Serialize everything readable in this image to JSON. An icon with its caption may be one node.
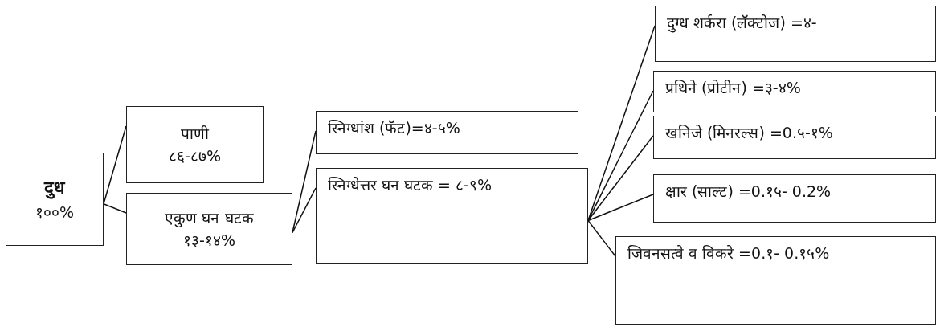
{
  "diagram": {
    "nodes": [
      {
        "text": [
          "दुध",
          "१००%"
        ]
      },
      {
        "text": [
          "पाणी",
          "८६-८७%"
        ]
      },
      {
        "text": [
          "एकुण घन घटक १३-१४%"
        ]
      },
      {
        "text": [
          "स्निग्धांश (फॅट)=४-५%"
        ]
      },
      {
        "text": [
          "स्निग्धेत्तर घन घटक = ८-९%"
        ]
      },
      {
        "text": [
          "दुग्ध शर्करा (लॅक्टोज) =४-"
        ]
      },
      {
        "text": [
          "प्रथिने (प्रोटीन) =३-४%"
        ]
      },
      {
        "text": [
          "खनिजे (मिनरल्स) =0.५-१%"
        ]
      },
      {
        "text": [
          "क्षार (साल्ट) =0.१५- 0.2%"
        ]
      },
      {
        "text": [
          "जिवनसत्वे व विकरे =0.१- 0.१५%"
        ]
      }
    ],
    "edges": [
      {
        "from": 0,
        "to": 1,
        "arrow": "none"
      },
      {
        "from": 0,
        "to": 2,
        "arrow": "none"
      },
      {
        "from": 2,
        "to": 3,
        "arrow": "none"
      },
      {
        "from": 2,
        "to": 4,
        "arrow": "none"
      },
      {
        "from": 4,
        "to": 5,
        "arrow": "none"
      },
      {
        "from": 4,
        "to": 6,
        "arrow": "none"
      },
      {
        "from": 4,
        "to": 7,
        "arrow": "none"
      },
      {
        "from": 4,
        "to": 8,
        "arrow": "none"
      },
      {
        "from": 4,
        "to": 9,
        "arrow": "none"
      }
    ]
  }
}
